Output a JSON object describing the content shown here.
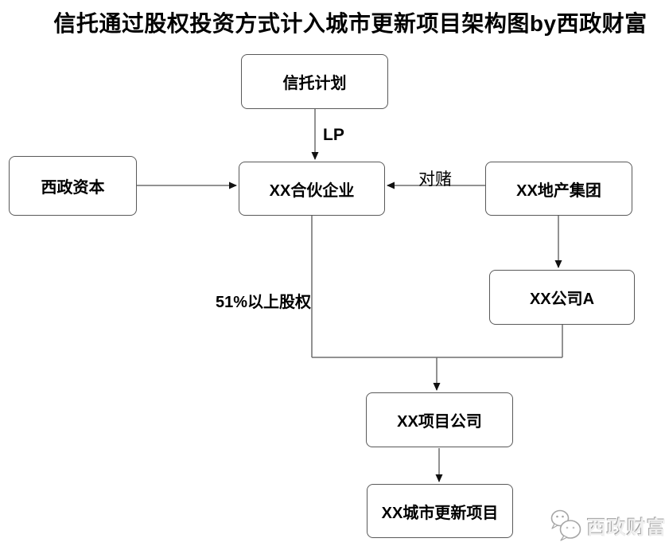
{
  "title": "信托通过股权投资方式计入城市更新项目架构图by西政财富",
  "nodes": {
    "trust_plan": {
      "label": "信托计划"
    },
    "xizheng_capital": {
      "label": "西政资本"
    },
    "partnership": {
      "label": "XX合伙企业"
    },
    "real_estate_group": {
      "label": "XX地产集团"
    },
    "company_a": {
      "label": "XX公司A"
    },
    "project_company": {
      "label": "XX项目公司"
    },
    "urban_renewal_project": {
      "label": "XX城市更新项目"
    }
  },
  "edge_labels": {
    "lp": "LP",
    "vam_bet": "对赌",
    "majority_equity": "51%以上股权"
  },
  "watermark": {
    "brand": "西政财富",
    "icon": "wechat-chat-bubbles-icon"
  },
  "colors": {
    "background": "#ffffff",
    "box_border": "#595959",
    "connector_line": "#6e6e6e",
    "arrowhead": "#111111",
    "text": "#000000",
    "watermark_gray": "#a6a6a6"
  }
}
